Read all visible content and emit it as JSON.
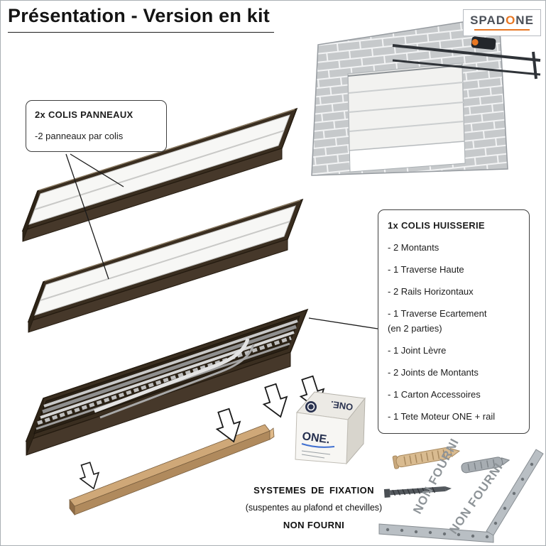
{
  "page": {
    "title": "Présentation - Version en kit"
  },
  "brand": {
    "part1": "SPAD",
    "accent": "O",
    "part2": "NE"
  },
  "callout_panneaux": {
    "title": "2x COLIS PANNEAUX",
    "note": "-2 panneaux par colis"
  },
  "callout_huisserie": {
    "title": "1x COLIS HUISSERIE",
    "items": [
      "- 2 Montants",
      "- 1 Traverse Haute",
      "- 2 Rails Horizontaux",
      "- 1 Traverse Ecartement",
      "(en 2 parties)",
      "- 1 Joint Lèvre",
      "- 2 Joints de Montants",
      "- 1 Carton Accessoires",
      "- 1 Tete Moteur ONE + rail"
    ]
  },
  "motor_box": {
    "brand": "ONE.",
    "brand_top": "ONE."
  },
  "fixation": {
    "heading": "SYSTEMES DE FIXATION",
    "subheading": "(suspentes au plafond et chevilles)",
    "status": "NON FOURNI",
    "watermark": "NON FOURNI"
  },
  "colors": {
    "accent_orange": "#e87722",
    "tray_brown": "#3a2e20",
    "wall_gray": "#c6c9cb"
  }
}
